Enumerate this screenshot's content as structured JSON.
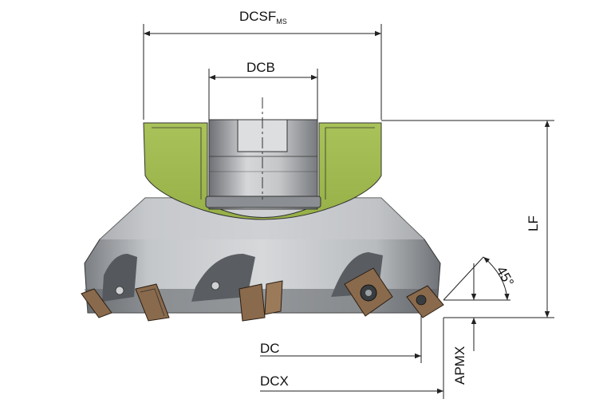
{
  "labels": {
    "dcsf": "DCSF",
    "dcsf_sub": "MS",
    "dcb": "DCB",
    "lf": "LF",
    "angle": "45°",
    "dc": "DC",
    "dcx": "DCX",
    "apmx": "APMX"
  },
  "colors": {
    "green_section": "#a5bd52",
    "body_grey": "#b9bcbf",
    "body_dark": "#6b6e72",
    "insert_brown": "#8a6a4c",
    "line": "#222222"
  }
}
